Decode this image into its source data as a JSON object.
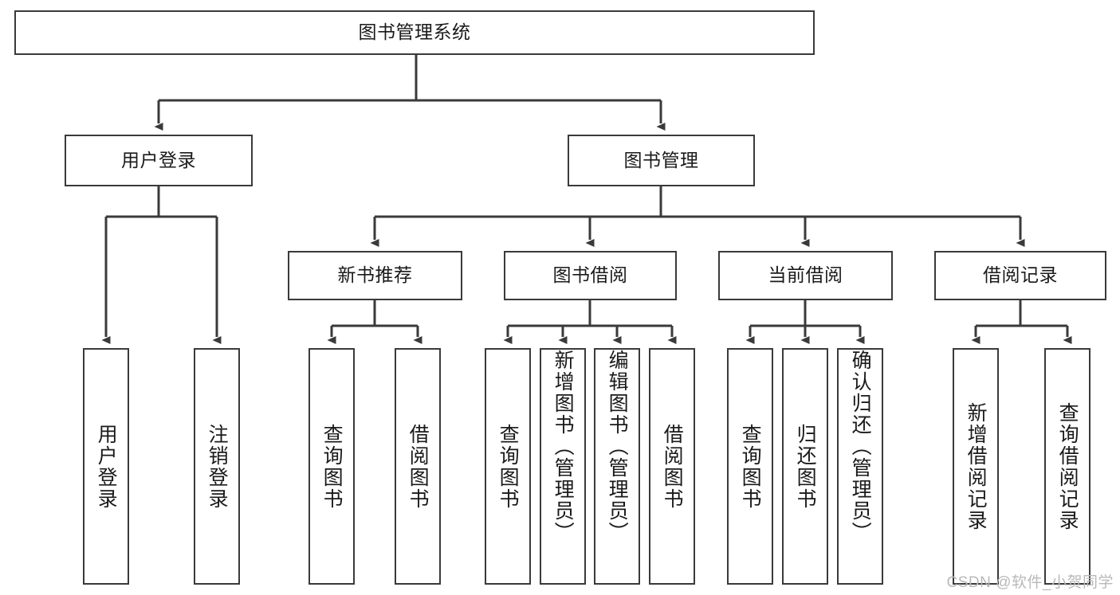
{
  "diagram": {
    "type": "tree-hierarchy-chart",
    "title": "图书管理系统",
    "root": {
      "id": "root",
      "label": "图书管理系统"
    },
    "level2": [
      {
        "id": "user-login",
        "label": "用户登录"
      },
      {
        "id": "book-management",
        "label": "图书管理"
      }
    ],
    "level3": [
      {
        "id": "new-book-recommend",
        "label": "新书推荐",
        "parent": "book-management"
      },
      {
        "id": "book-borrow",
        "label": "图书借阅",
        "parent": "book-management"
      },
      {
        "id": "current-borrow",
        "label": "当前借阅",
        "parent": "book-management"
      },
      {
        "id": "borrow-record",
        "label": "借阅记录",
        "parent": "book-management"
      }
    ],
    "leaves": {
      "user-login": [
        {
          "id": "leaf-user-login",
          "label": "用户登录"
        },
        {
          "id": "leaf-logout-login",
          "label": "注销登录"
        }
      ],
      "new-book-recommend": [
        {
          "id": "leaf-query-book-1",
          "label": "查询图书"
        },
        {
          "id": "leaf-borrow-book-1",
          "label": "借阅图书"
        }
      ],
      "book-borrow": [
        {
          "id": "leaf-query-book-2",
          "label": "查询图书"
        },
        {
          "id": "leaf-add-book-admin",
          "label": "新增图书（管理员）"
        },
        {
          "id": "leaf-edit-book-admin",
          "label": "编辑图书（管理员）"
        },
        {
          "id": "leaf-borrow-book-2",
          "label": "借阅图书"
        }
      ],
      "current-borrow": [
        {
          "id": "leaf-query-book-3",
          "label": "查询图书"
        },
        {
          "id": "leaf-return-book",
          "label": "归还图书"
        },
        {
          "id": "leaf-confirm-return-admin",
          "label": "确认归还（管理员）"
        }
      ],
      "borrow-record": [
        {
          "id": "leaf-add-borrow-record",
          "label": "新增借阅记录"
        },
        {
          "id": "leaf-query-borrow-record",
          "label": "查询借阅记录"
        }
      ]
    },
    "colors": {
      "stroke": "#3a3a3a",
      "fill": "#ffffff",
      "text": "#1a1a1a",
      "watermark": "#b9b9b9"
    }
  },
  "watermark": {
    "text": "CSDN @软件_小贺同学"
  }
}
